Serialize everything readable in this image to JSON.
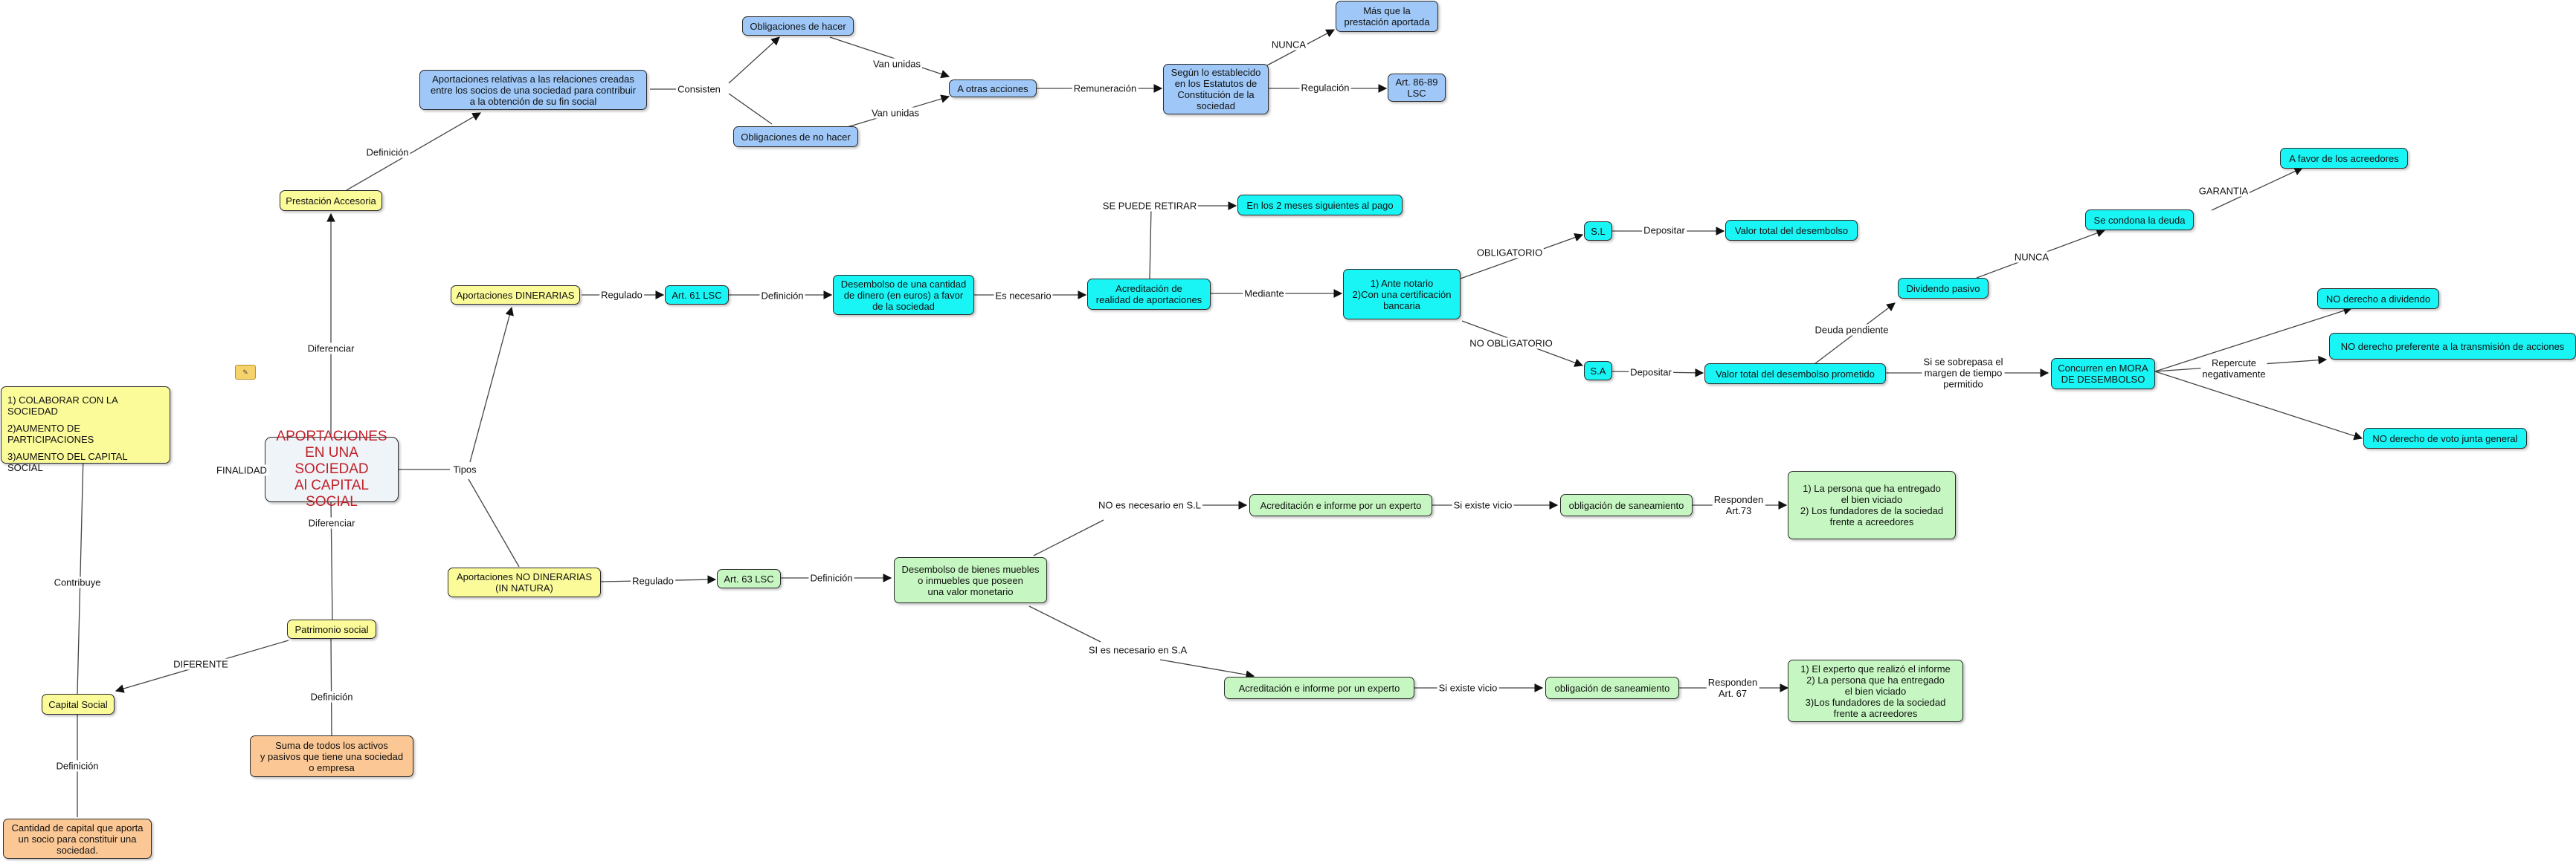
{
  "main": "APORTACIONES\nEN UNA SOCIEDAD\nAl CAPITAL\nSOCIAL",
  "finalidad_items": [
    "1) COLABORAR CON LA SOCIEDAD",
    "2)AUMENTO DE PARTICIPACIONES",
    "3)AUMENTO DEL CAPITAL SOCIAL"
  ],
  "nodes": {
    "prestacion": "Prestación Accesoria",
    "aport_relativas": "Aportaciones relativas a las relaciones creadas\nentre los socios de una sociedad para contribuir\na la obtención de su fin social",
    "oblig_hacer": "Obligaciones de hacer",
    "oblig_no_hacer": "Obligaciones de no hacer",
    "otras_acciones": "A otras acciones",
    "estatutos": "Según lo establecido\nen los Estatutos de\nConstitución de la\nsociedad",
    "mas_prestacion": "Más que la\nprestación aportada",
    "art86": "Art. 86-89\nLSC",
    "dinerarias": "Aportaciones DINERARIAS",
    "art61": "Art. 61 LSC",
    "desembolso": "Desembolso de una cantidad\nde dinero (en euros) a favor\nde la sociedad",
    "acreditacion": "Acreditación de\nrealidad de aportaciones",
    "meses": "En los 2 meses siguientes al pago",
    "notario": "1) Ante notario\n2)Con una certificación\nbancaria",
    "sl": "S.L",
    "valor_total": "Valor total del desembolso",
    "sa": "S.A",
    "valor_prometido": "Valor total del desembolso prometido",
    "dividendo": "Dividendo pasivo",
    "condona": "Se condona la deuda",
    "acreedores": "A favor de los acreedores",
    "mora": "Concurren en MORA\nDE DESEMBOLSO",
    "no_dividendo": "NO derecho a dividendo",
    "no_preferente": "NO derecho preferente a la transmisión de acciones",
    "no_voto": "NO derecho de voto junta general",
    "no_dinerarias": "Aportaciones NO DINERARIAS\n(IN NATURA)",
    "art63": "Art. 63 LSC",
    "bienes": "Desembolso de bienes muebles\no inmuebles que poseen\nuna valor monetario",
    "acred_sl": "Acreditación e informe por un experto",
    "saneam_sl": "obligación de saneamiento",
    "resp_sl": "1) La persona que ha entregado\nel bien viciado\n2) Los fundadores de la sociedad\nfrente a acreedores",
    "acred_sa": "Acreditación e informe por un experto",
    "saneam_sa": "obligación de saneamiento",
    "resp_sa": "1) El experto que realizó el informe\n2) La persona que ha entregado\nel bien viciado\n3)Los fundadores de la sociedad\nfrente a acreedores",
    "patrimonio": "Patrimonio social",
    "suma": "Suma de todos los activos\ny pasivos que tiene una sociedad\no empresa",
    "capital": "Capital Social",
    "cantidad": "Cantidad de capital que aporta\nun socio para constituir una\nsociedad."
  },
  "labels": {
    "finalidad": "FINALIDAD",
    "tipos": "Tipos",
    "diferenciar_up": "Diferenciar",
    "diferenciar_down": "Diferenciar",
    "definicion_prest": "Definición",
    "consisten": "Consisten",
    "van_unidas_1": "Van unidas",
    "van_unidas_2": "Van unidas",
    "remuneracion": "Remuneración",
    "nunca_1": "NUNCA",
    "regulacion": "Regulación",
    "regulado_din": "Regulado",
    "definicion_din": "Definición",
    "es_necesario": "Es necesario",
    "se_puede_retirar": "SE PUEDE RETIRAR",
    "mediante": "Mediante",
    "obligatorio": "OBLIGATORIO",
    "no_obligatorio": "NO OBLIGATORIO",
    "depositar_sl": "Depositar",
    "depositar_sa": "Depositar",
    "deuda_pendiente": "Deuda pendiente",
    "nunca_2": "NUNCA",
    "garantia": "GARANTIA",
    "sobrepasa": "Si se sobrepasa el\nmargen de tiempo\npermitido",
    "repercute": "Repercute\nnegativamente",
    "regulado_nodin": "Regulado",
    "definicion_nodin": "Definición",
    "no_necesario_sl": "NO es necesario en S.L",
    "si_necesario_sa": "SI es necesario en S.A",
    "vicio_sl": "Si existe vicio",
    "vicio_sa": "Si existe vicio",
    "responden_sl": "Responden\nArt.73",
    "responden_sa": "Responden\nArt. 67",
    "contribuye": "Contribuye",
    "diferente": "DIFERENTE",
    "definicion_patr": "Definición",
    "definicion_cap": "Definición"
  },
  "colors": {
    "yellow": "#fbfb9a",
    "blue": "#9fc8f8",
    "cyan": "#19f5f5",
    "green": "#c6f7c2",
    "orange": "#fbc795",
    "main_text": "#c0202a"
  }
}
